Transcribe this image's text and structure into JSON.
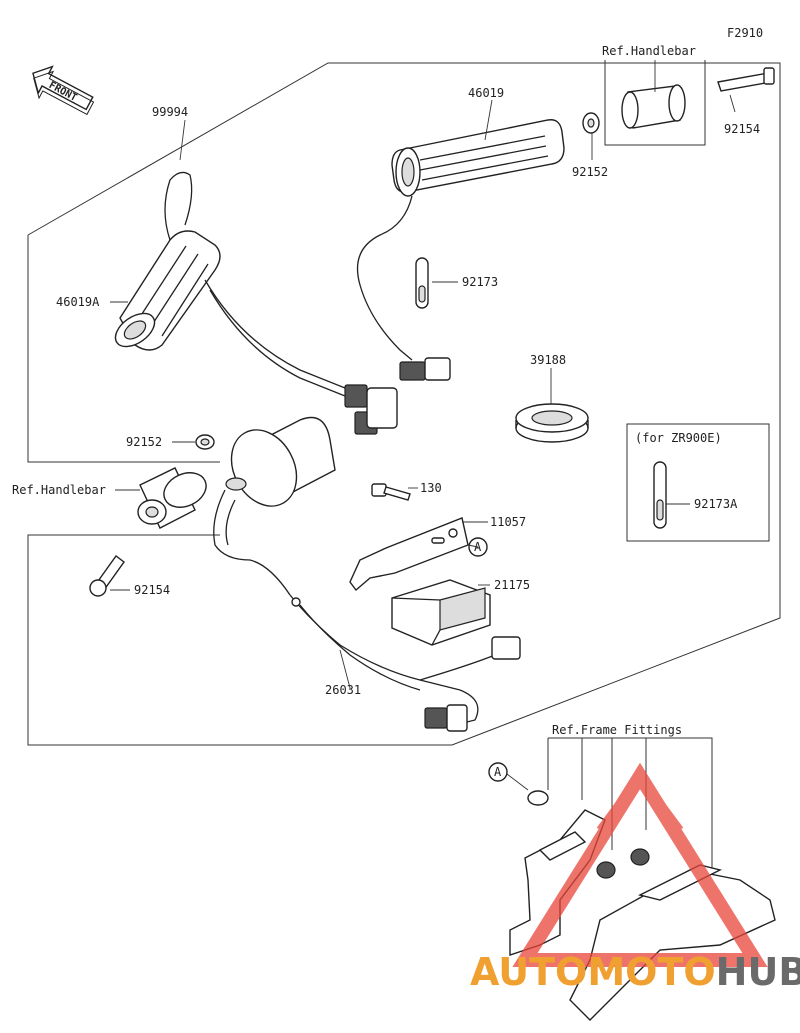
{
  "figure_code": "F2910",
  "front_label": "FRONT",
  "for_note": "(for ZR900E)",
  "callout_marker": "A",
  "parts": {
    "p99994": "99994",
    "p46019": "46019",
    "p46019a": "46019A",
    "p92152_r": "92152",
    "p92152_l": "92152",
    "p92154_r": "92154",
    "p92154_l": "92154",
    "p92173": "92173",
    "p92173a": "92173A",
    "p39188": "39188",
    "p130": "130",
    "p11057": "11057",
    "p21175": "21175",
    "p26031": "26031"
  },
  "refs": {
    "handlebar_r": "Ref.Handlebar",
    "handlebar_l": "Ref.Handlebar",
    "frame_fittings": "Ref.Frame Fittings"
  },
  "watermark": {
    "part1": "AUTO",
    "part2": "MOTO",
    "part3": "HUB",
    "color_orange": "#f0a030",
    "color_grey": "#6a6a6a",
    "color_red": "#e8463a"
  }
}
